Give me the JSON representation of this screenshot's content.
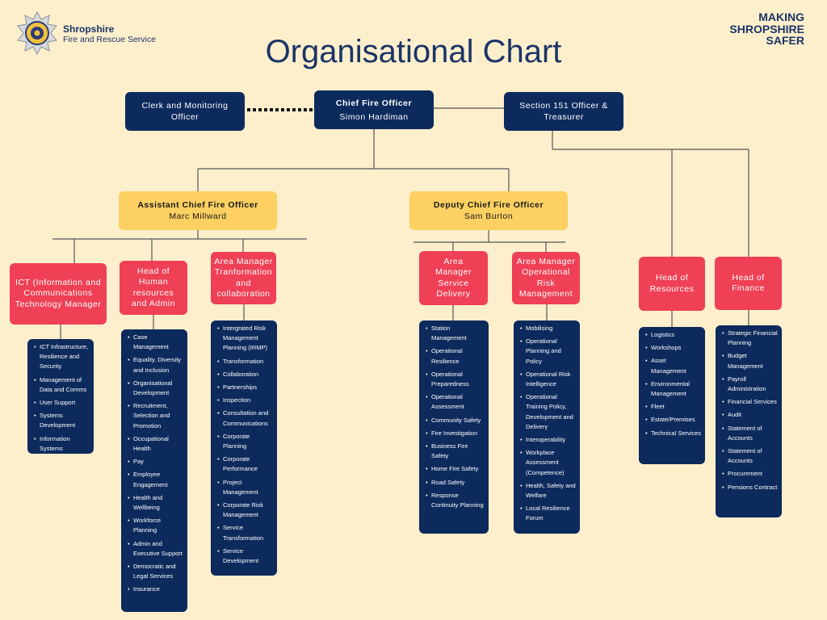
{
  "brand": {
    "name": "Shropshire",
    "subtitle": "Fire and Rescue Service"
  },
  "slogan": [
    "MAKING",
    "SHROPSHIRE",
    "SAFER"
  ],
  "title": "Organisational Chart",
  "colors": {
    "background": "#fdefcc",
    "navy": "#0d2a5c",
    "gold": "#fcd061",
    "red": "#ef4056"
  },
  "chief": {
    "role": "Chief Fire Officer",
    "name": "Simon Hardiman"
  },
  "clerk": {
    "role": "Clerk and Monitoring Officer"
  },
  "section151": {
    "role": "Section 151 Officer & Treasurer"
  },
  "acfo": {
    "role": "Assistant Chief Fire Officer",
    "name": "Marc Millward"
  },
  "dcfo": {
    "role": "Deputy Chief Fire Officer",
    "name": "Sam Burton"
  },
  "departments": {
    "ict": {
      "title": "ICT (Information and Communications Technology Manager",
      "items": [
        "ICT Infrastructure, Resilience and Security",
        "Management of Data and Comms",
        "User Support",
        "Systems Development",
        "Information Systems"
      ]
    },
    "hr": {
      "title": "Head of Human resources and Admin",
      "items": [
        "Case Management",
        "Equality, Diversity and Inclusion",
        "Organisational Development",
        "Recruitment, Selection and Promotion",
        "Occupational Health",
        "Pay",
        "Employee Engagement",
        "Health and Wellbeing",
        "Workforce Planning",
        "Admin and Executive Support",
        "Democratic and Legal Services",
        "Insurance"
      ]
    },
    "transformation": {
      "title": "Area Manager Tranformation and collaboration",
      "items": [
        "Intergrated Risk Management Planning (IRMP)",
        "Transformation",
        "Collaboration",
        "Partnerships",
        "Inspection",
        "Consultation and Communications",
        "Corporate Planning",
        "Corporate Performance",
        "Project Management",
        "Corporate Risk Management",
        "Service Transformation",
        "Service Development"
      ]
    },
    "service_delivery": {
      "title": "Area Manager Service Delivery",
      "items": [
        "Station Management",
        "Operational Resilience",
        "Operational Preparedness",
        "Operational Assessment",
        "Community Safety",
        "Fire Investigation",
        "Business Fire Safety",
        "Home Fire Safety",
        "Road Safety",
        "Response Continuity Planning"
      ]
    },
    "operational_risk": {
      "title": "Area Manager Operational Risk Management",
      "items": [
        "Mobilising",
        "Operational Planning and Policy",
        "Operational Risk Intelligence",
        "Operational Training Policy, Development and Delivery",
        "Interoperability",
        "Workplace Assessment (Competence)",
        "Health, Safety and Welfare",
        "Local Resilience Forum"
      ]
    },
    "resources": {
      "title": "Head of Resources",
      "items": [
        "Logistics",
        "Workshops",
        "Asset Management",
        "Environmental Management",
        "Fleet",
        "Estate/Premises",
        "Technical Services"
      ]
    },
    "finance": {
      "title": "Head of Finance",
      "items": [
        "Strategic Financial Planning",
        "Budget Management",
        "Payroll Administration",
        "Financial Services",
        "Audit",
        "Statement of Accounts",
        "Statement of Accounts",
        "Procurement",
        "Pensions Contract"
      ]
    }
  }
}
